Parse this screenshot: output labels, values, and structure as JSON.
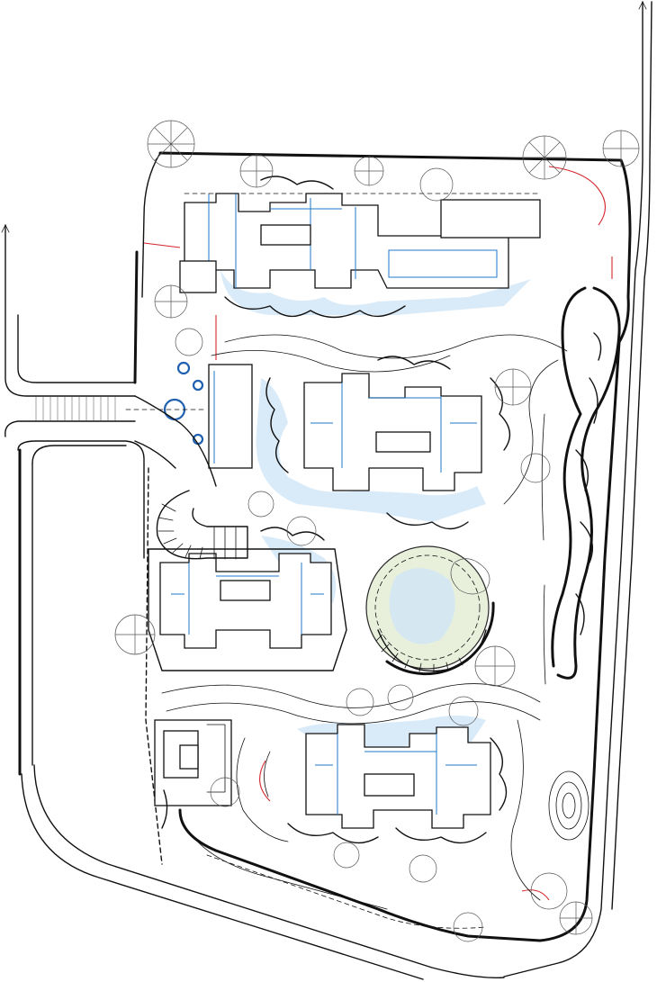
{
  "drawing": {
    "kind": "landscape-site-plan",
    "colors": {
      "linework": "#111111",
      "building_outline_accent": "#1f78c8",
      "water_wash": "#cfe6f7",
      "boundary_markers": "#d4262c",
      "tree_symbols": "#555555",
      "round_pools": "#1f5fb0",
      "circular_garden_wash": "#e6efd9"
    },
    "elements": [
      "site-boundary",
      "perimeter-road",
      "site-entrance-road",
      "north-building-block",
      "middle-building-block",
      "west-building-block",
      "south-building-block",
      "gatehouse",
      "central-circular-garden",
      "spiral-staircase",
      "round-pools",
      "meandering-paths",
      "east-landscape-mounds",
      "tree-canopy-symbols"
    ]
  }
}
